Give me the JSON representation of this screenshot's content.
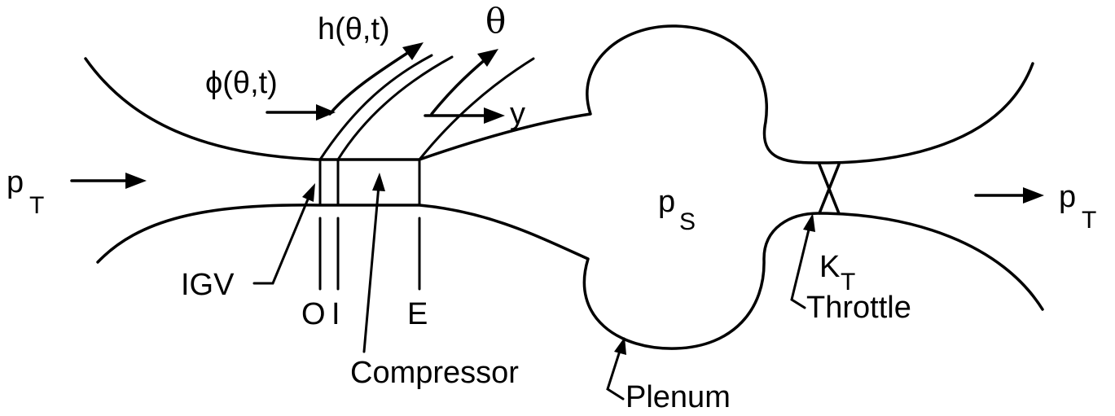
{
  "labels": {
    "h_theta_t": "h(θ,t)",
    "phi_theta_t": "ϕ(θ,t)",
    "theta": "θ",
    "y": "y",
    "pT_in_main": "p",
    "pT_in_sub": "T",
    "pS_main": "p",
    "pS_sub": "S",
    "pT_out_main": "p",
    "pT_out_sub": "T",
    "KT_main": "K",
    "KT_sub": "T",
    "IGV": "IGV",
    "O": "O",
    "I": "I",
    "E": "E",
    "Compressor": "Compressor",
    "Plenum": "Plenum",
    "Throttle": "Throttle"
  }
}
